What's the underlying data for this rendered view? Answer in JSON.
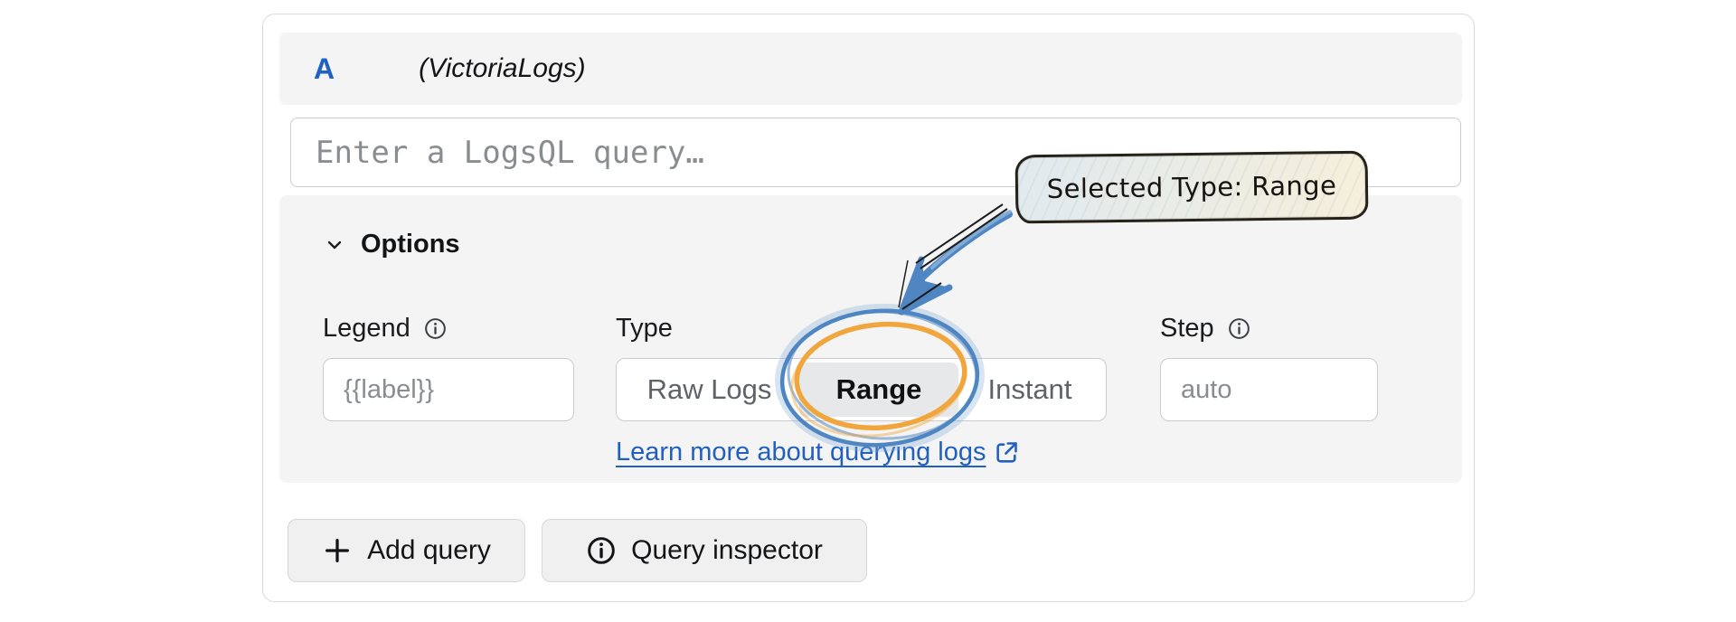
{
  "panel": {
    "header": {
      "ref_id": "A",
      "datasource": "(VictoriaLogs)"
    },
    "query": {
      "placeholder": "Enter a LogsQL query…"
    },
    "options": {
      "title": "Options",
      "fields": {
        "legend": {
          "label": "Legend",
          "placeholder": "{{label}}"
        },
        "type": {
          "label": "Type",
          "options": [
            "Raw Logs",
            "Range",
            "Instant"
          ],
          "selected": "Range"
        },
        "step": {
          "label": "Step",
          "placeholder": "auto"
        }
      },
      "link": {
        "text": "Learn more about querying logs"
      }
    },
    "actions": {
      "add_query": "Add query",
      "query_inspector": "Query inspector"
    }
  },
  "annotation": {
    "callout_text": "Selected Type: Range",
    "target": "Range"
  },
  "icons": [
    "chevron-down-icon",
    "info-icon",
    "external-link-icon",
    "plus-icon",
    "circle-info-icon",
    "arrow-annotation",
    "ellipse-annotation"
  ],
  "colors": {
    "accent_blue": "#1F62C4",
    "link_blue": "#2160BF",
    "annotation_blue": "#4F86C2",
    "annotation_orange": "#F0A63C",
    "panel_gray": "#F4F4F5",
    "selected_segment_bg": "#E7E8E9",
    "card_border": "#DADADA"
  }
}
